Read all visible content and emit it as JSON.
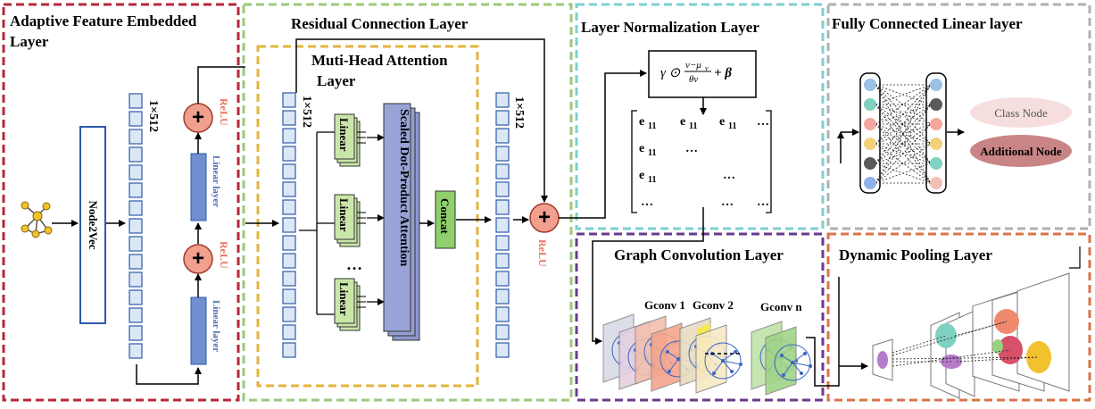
{
  "panels": {
    "adaptive": {
      "title_line1": "Adaptive Feature Embedded",
      "title_line2": "Layer",
      "color": "#b5283a"
    },
    "residual": {
      "title": "Residual Connection Layer",
      "color": "#9cc97a"
    },
    "mha": {
      "title_line1": "Muti-Head Attention",
      "title_line2": "Layer",
      "color": "#e3b43c"
    },
    "layernorm": {
      "title": "Layer Normalization Layer",
      "color": "#7fcfd0"
    },
    "fc": {
      "title": "Fully Connected Linear layer",
      "color": "#b0b0b0"
    },
    "gcn": {
      "title": "Graph Convolution Layer",
      "color": "#6a3a8c"
    },
    "pool": {
      "title": "Dynamic Pooling Layer",
      "color": "#d9734a"
    }
  },
  "labels": {
    "node2vec": "Node2Vec",
    "dim1": "1×512",
    "dim2": "1×512",
    "dim3": "1×512",
    "relu": "ReLU",
    "linear_layer": "Linear layer",
    "linear": "Linear",
    "ellipsis": "…",
    "scaled_attention": "Scaled Dot-Product Attention",
    "concat": "Concat",
    "gconv1": "Gconv 1",
    "gconv2": "Gconv 2",
    "gconvn": "Gconv n",
    "class_node": "Class Node",
    "additional_node": "Additional Node"
  },
  "layernorm_formula": {
    "gamma": "γ ⊙",
    "num": "v−μ",
    "num_sub": "v",
    "den": "θv",
    "tail": "+ β"
  },
  "matrix": {
    "row1": [
      "e",
      "e",
      "e",
      "…"
    ],
    "sub": "11",
    "row2": [
      "e",
      "…"
    ],
    "row3": [
      "e",
      "…"
    ],
    "row4": [
      "…",
      "…",
      "…"
    ]
  },
  "colors": {
    "box_fill": "#dce7f6",
    "box_stroke": "#2d5aa8",
    "linear_fill": "#6f8fd1",
    "plus_fill": "#f0a08c",
    "plus_stroke": "#9e3a2b",
    "green_fill": "#c9e6a8",
    "attn_fill": "#9aa3d6",
    "concat_fill": "#8fd06d",
    "class_fill": "#f7dede",
    "additional_fill": "#c98585",
    "node_yellow": "#f2c12e",
    "nodes": [
      "#9cc0e6",
      "#7fd1c1",
      "#f3a79f",
      "#f1d27a",
      "#5a5a5a",
      "#8fb0e8",
      "#f3c0b6",
      "#999999"
    ]
  }
}
